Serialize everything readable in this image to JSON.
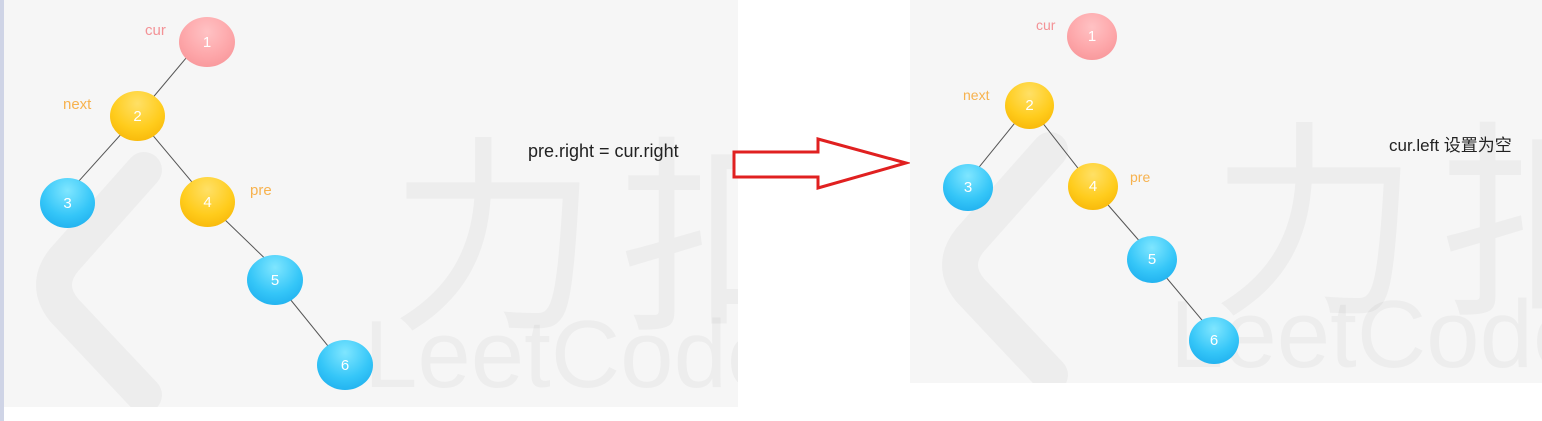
{
  "watermark": {
    "cn": "力扣",
    "en": "LeetCode"
  },
  "step1": {
    "caption": "pre.right = cur.right",
    "labels": {
      "cur": "cur",
      "next": "next",
      "pre": "pre"
    },
    "nodes": {
      "n1": "1",
      "n2": "2",
      "n3": "3",
      "n4": "4",
      "n5": "5",
      "n6": "6"
    }
  },
  "step2": {
    "caption": "cur.left 设置为空",
    "labels": {
      "cur": "cur",
      "next": "next",
      "pre": "pre"
    },
    "nodes": {
      "n1": "1",
      "n2": "2",
      "n3": "3",
      "n4": "4",
      "n5": "5",
      "n6": "6"
    }
  },
  "colors": {
    "cur_node": "#fda6a9",
    "next_pre_node": "#ffcc1c",
    "other_node": "#35c6f8",
    "arrow": "#e02020",
    "edge": "#555555"
  }
}
